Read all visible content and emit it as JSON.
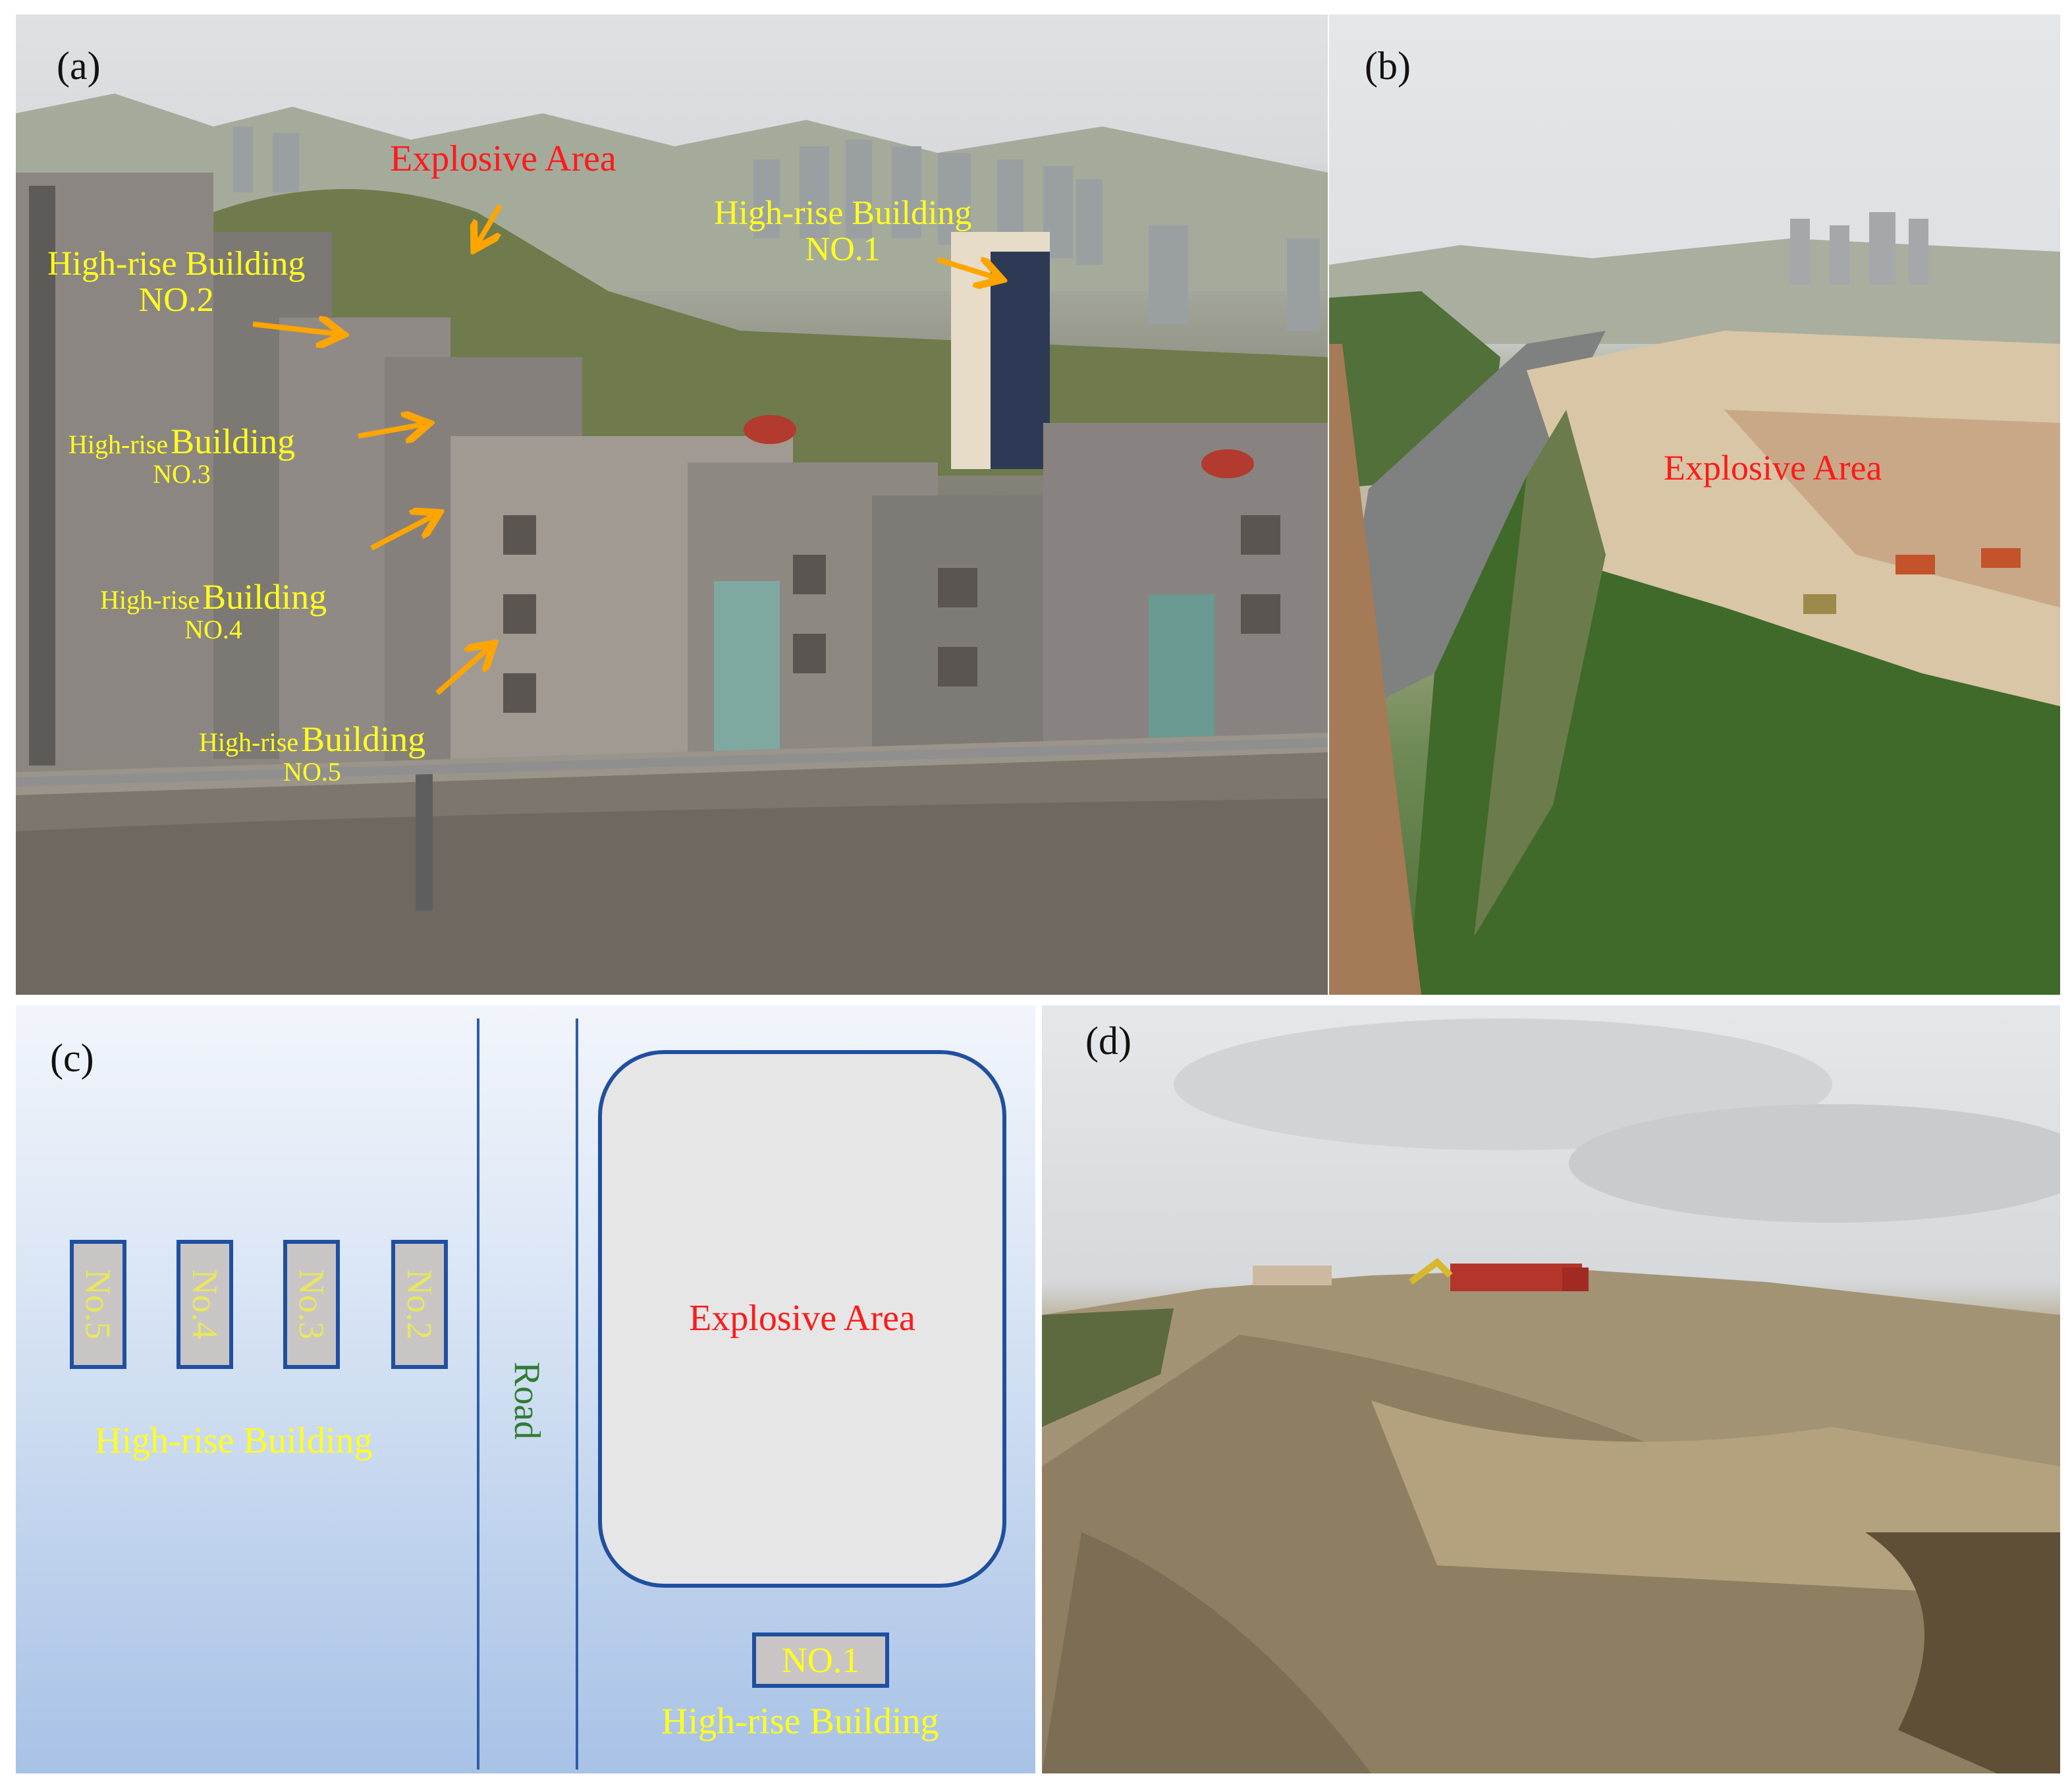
{
  "panels": {
    "a": {
      "label": "(a)",
      "explosive_area": "Explosive Area",
      "b1": {
        "prefix": "High-rise Building",
        "number": "NO.1"
      },
      "b2": {
        "prefix": "High-rise Building",
        "number": "NO.2"
      },
      "b3": {
        "prefix": "High-rise",
        "word": "Building",
        "number": "NO.3"
      },
      "b4": {
        "prefix": "High-rise",
        "word": "Building",
        "number": "NO.4"
      },
      "b5": {
        "prefix": "High-rise",
        "word": "Building",
        "number": "NO.5"
      }
    },
    "b": {
      "label": "(b)",
      "explosive_area": "Explosive Area"
    },
    "c": {
      "label": "(c)",
      "buildings": [
        "No.5",
        "No.4",
        "No.3",
        "No.2"
      ],
      "high_rise_left": "High-rise Building",
      "road": "Road",
      "explosive_area": "Explosive Area",
      "no1": "NO.1",
      "high_rise_right": "High-rise Building"
    },
    "d": {
      "label": "(d)"
    }
  },
  "colors": {
    "annotation_yellow": "#ffff1e",
    "explosive_red": "#ff1a1a",
    "arrow_orange": "#ffa500",
    "diagram_blue_line": "#2c5ea8",
    "road_text_green": "#2f7d32"
  }
}
